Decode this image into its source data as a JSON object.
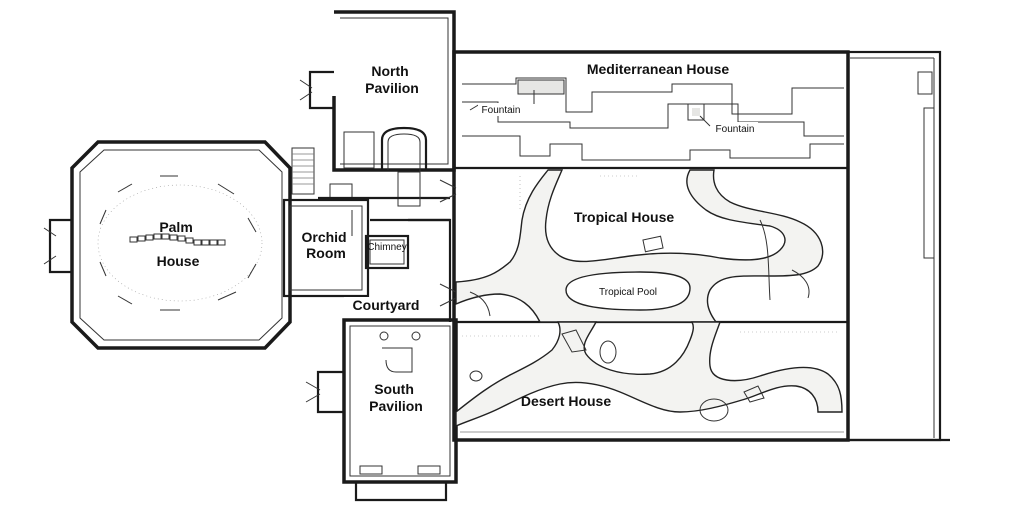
{
  "rooms": {
    "north_pavilion": [
      "North",
      "Pavilion"
    ],
    "mediterranean_house": "Mediterranean House",
    "palm_house": [
      "Palm",
      "House"
    ],
    "orchid_room": [
      "Orchid",
      "Room"
    ],
    "tropical_house": "Tropical House",
    "courtyard": "Courtyard",
    "south_pavilion": [
      "South",
      "Pavilion"
    ],
    "desert_house": "Desert House"
  },
  "features": {
    "fountain_left": "Fountain",
    "fountain_right": "Fountain",
    "chimney": "Chimney",
    "tropical_pool": "Tropical Pool"
  }
}
